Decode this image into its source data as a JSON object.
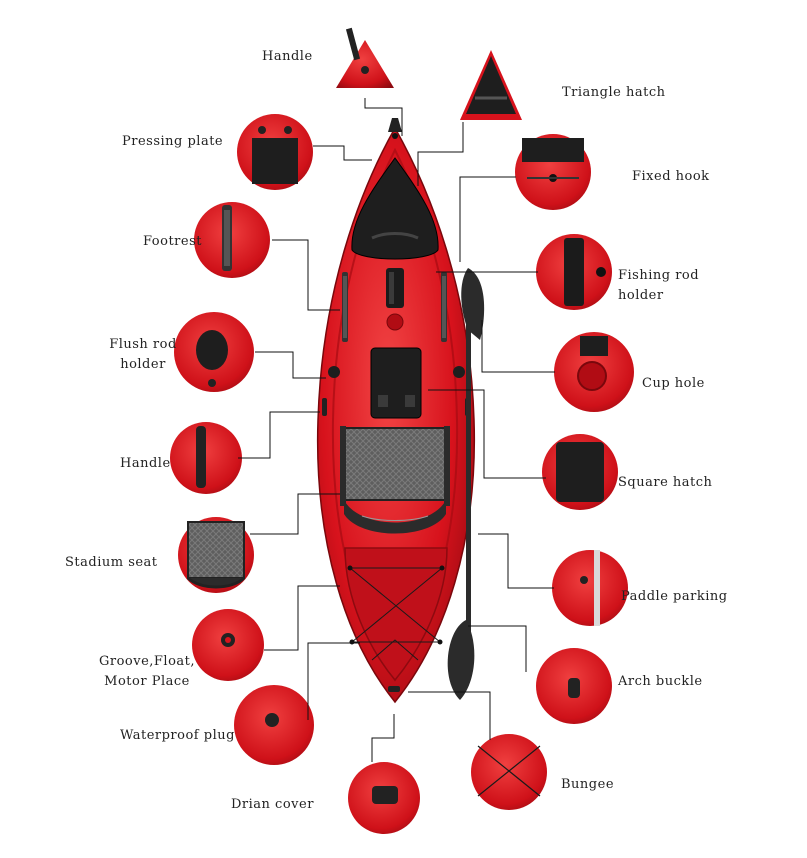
{
  "colors": {
    "hull": "#d7121c",
    "hull_dark": "#9a0b12",
    "hull_light": "#ef3b3b",
    "pad": "#1e1e1e",
    "seat_mesh": "#5a5a5a",
    "leader": "#111111",
    "paddle": "#2b2b2b"
  },
  "labels": {
    "handle_top": "Handle",
    "triangle_hatch": "Triangle hatch",
    "pressing_plate": "Pressing plate",
    "fixed_hook": "Fixed hook",
    "footrest": "Footrest",
    "fishing_rod_holder": "Fishing rod\nholder",
    "flush_rod_holder": "Flush rod\nholder",
    "cup_hole": "Cup hole",
    "handle_side": "Handle",
    "square_hatch": "Square hatch",
    "stadium_seat": "Stadium seat",
    "paddle_parking": "Paddle parking",
    "groove_float_motor": "Groove,Float,\nMotor Place",
    "arch_buckle": "Arch buckle",
    "waterproof_plug": "Waterproof plug",
    "bungee": "Bungee",
    "drain_cover": "Drian cover"
  }
}
